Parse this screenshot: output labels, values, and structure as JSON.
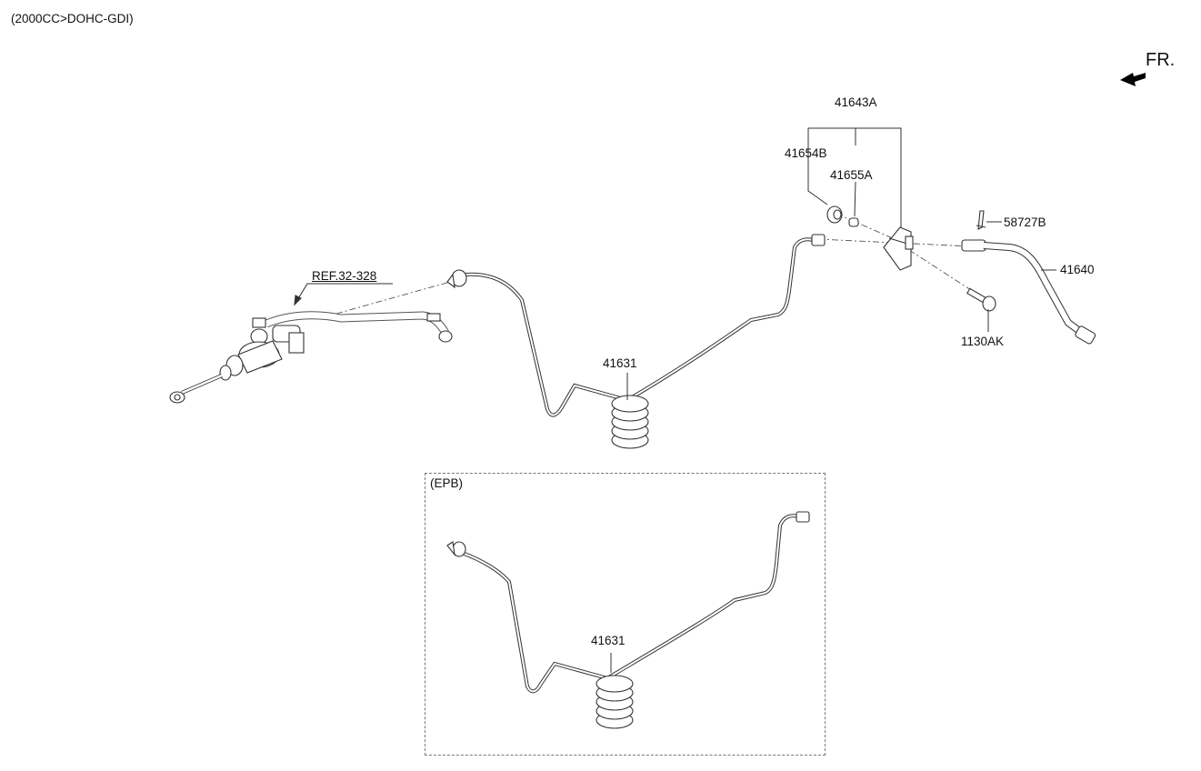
{
  "header": {
    "engine_spec": "(2000CC>DOHC-GDI)",
    "direction_label": "FR."
  },
  "labels": {
    "ref": "REF.32-328",
    "tube_main": "41631",
    "kit_group": "41643A",
    "boot": "41654B",
    "cap": "41655A",
    "clip": "58727B",
    "hose": "41640",
    "bolt": "1130AK"
  },
  "epb": {
    "title": "(EPB)",
    "tube_label": "41631"
  },
  "colors": {
    "line": "#333333",
    "background": "#ffffff"
  }
}
